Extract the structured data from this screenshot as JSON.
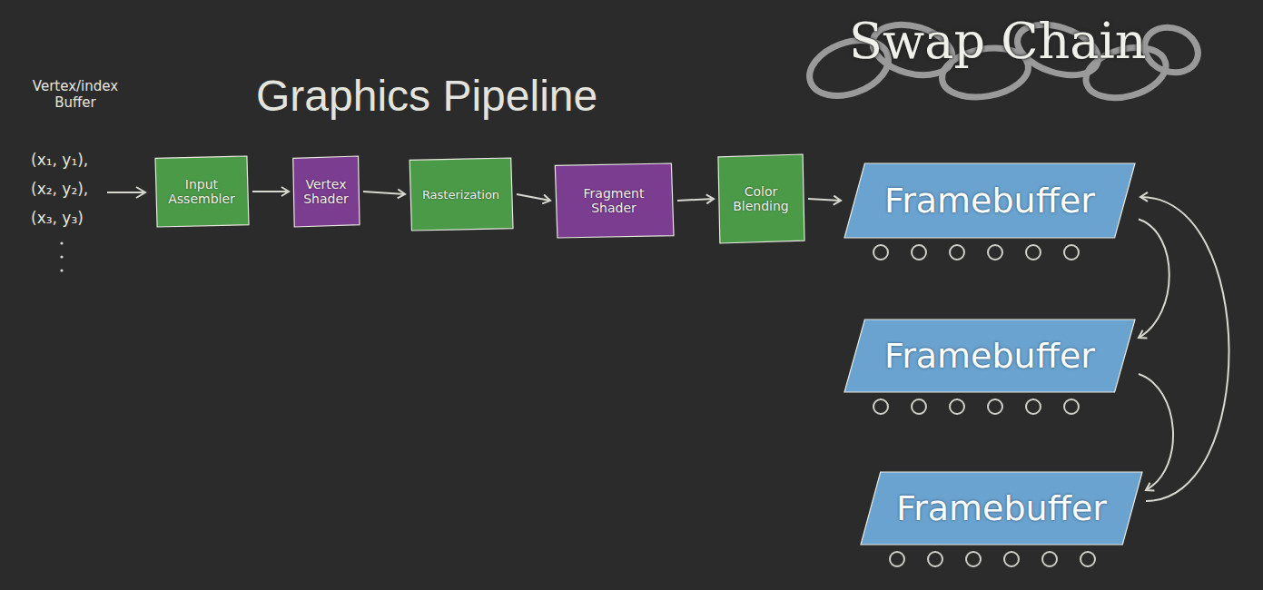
{
  "diagram": {
    "title": "Graphics Pipeline",
    "nodes": [
      {
        "text": [
          "Input Assembler"
        ]
      },
      {
        "text": [
          "Vertex Shader"
        ]
      },
      {
        "text": [
          "Rasterization"
        ]
      },
      {
        "text": [
          "Fragment Shader"
        ]
      },
      {
        "text": [
          "Color Blending"
        ]
      },
      {
        "text": [
          "Framebuffer"
        ]
      },
      {
        "text": [
          "Framebuffer"
        ]
      },
      {
        "text": [
          "Framebuffer"
        ]
      }
    ],
    "edges": [
      {
        "from": 0,
        "to": 1,
        "arrow": "to"
      },
      {
        "from": 1,
        "to": 2,
        "arrow": "to"
      },
      {
        "from": 2,
        "to": 3,
        "arrow": "to"
      },
      {
        "from": 3,
        "to": 4,
        "arrow": "to"
      },
      {
        "from": 4,
        "to": 5,
        "arrow": "to"
      },
      {
        "from": 5,
        "to": 6,
        "arrow": "to"
      },
      {
        "from": 6,
        "to": 7,
        "arrow": "to"
      },
      {
        "from": 7,
        "to": 5,
        "arrow": "to"
      }
    ],
    "labels": [
      "Swap Chain",
      "Vertex/index Buffer",
      "(x₁, y₁),",
      "(x₂, y₂),",
      "(x₃, y₃)"
    ]
  }
}
